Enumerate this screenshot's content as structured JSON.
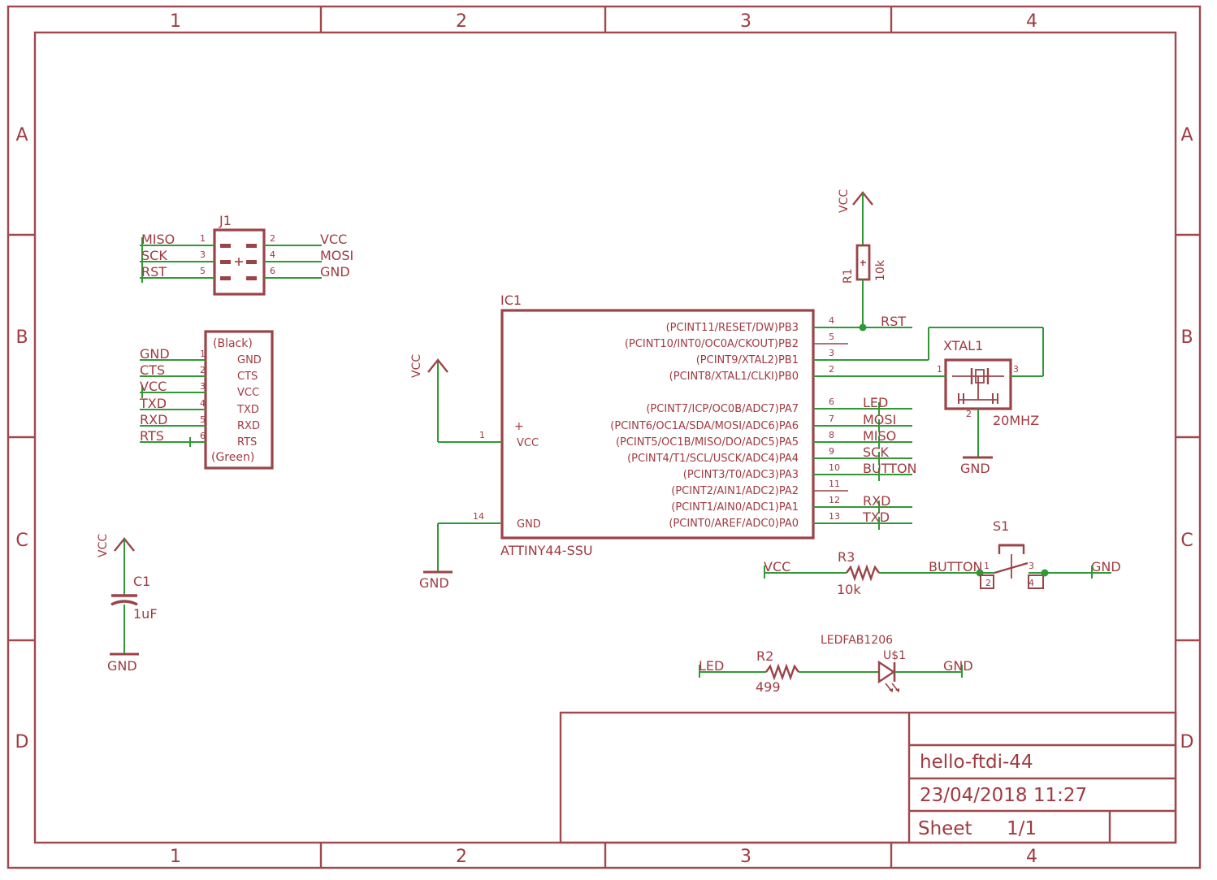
{
  "frame": {
    "columns": [
      "1",
      "2",
      "3",
      "4"
    ],
    "rows": [
      "A",
      "B",
      "C",
      "D"
    ]
  },
  "title_block": {
    "title": "hello-ftdi-44",
    "date": "23/04/2018 11:27",
    "sheet_label": "Sheet",
    "sheet_value": "1/1"
  },
  "j1": {
    "name": "J1",
    "pin_nums": [
      "1",
      "2",
      "3",
      "4",
      "5",
      "6"
    ],
    "nets": [
      "MISO",
      "VCC",
      "SCK",
      "MOSI",
      "RST",
      "GND"
    ]
  },
  "ftdi": {
    "top_label": "(Black)",
    "bottom_label": "(Green)",
    "pins": [
      "GND",
      "CTS",
      "VCC",
      "TXD",
      "RXD",
      "RTS"
    ],
    "pin_labels": [
      "GND",
      "CTS",
      "VCC",
      "TXD",
      "RXD",
      "RTS"
    ],
    "pin_nums": [
      "1",
      "2",
      "3",
      "4",
      "5",
      "6"
    ]
  },
  "ic1": {
    "name": "IC1",
    "value": "ATTINY44-SSU",
    "right_pins": [
      {
        "label": "(PCINT11/RESET/DW)PB3",
        "num": "4",
        "net": "RST"
      },
      {
        "label": "(PCINT10/INT0/OC0A/CKOUT)PB2",
        "num": "5",
        "net": ""
      },
      {
        "label": "(PCINT9/XTAL2)PB1",
        "num": "3",
        "net": ""
      },
      {
        "label": "(PCINT8/XTAL1/CLKI)PB0",
        "num": "2",
        "net": ""
      },
      {
        "label": "(PCINT7/ICP/OC0B/ADC7)PA7",
        "num": "6",
        "net": "LED"
      },
      {
        "label": "(PCINT6/OC1A/SDA/MOSI/ADC6)PA6",
        "num": "7",
        "net": "MOSI"
      },
      {
        "label": "(PCINT5/OC1B/MISO/DO/ADC5)PA5",
        "num": "8",
        "net": "MISO"
      },
      {
        "label": "(PCINT4/T1/SCL/USCK/ADC4)PA4",
        "num": "9",
        "net": "SCK"
      },
      {
        "label": "(PCINT3/T0/ADC3)PA3",
        "num": "10",
        "net": "BUTTON"
      },
      {
        "label": "(PCINT2/AIN1/ADC2)PA2",
        "num": "11",
        "net": ""
      },
      {
        "label": "(PCINT1/AIN0/ADC1)PA1",
        "num": "12",
        "net": "RXD"
      },
      {
        "label": "(PCINT0/AREF/ADC0)PA0",
        "num": "13",
        "net": "TXD"
      }
    ],
    "left_pins": [
      {
        "label": "VCC",
        "num": "1"
      },
      {
        "label": "GND",
        "num": "14"
      }
    ]
  },
  "power": {
    "vcc": "VCC",
    "gnd": "GND"
  },
  "r1": {
    "name": "R1",
    "value": "10k",
    "net": "RST"
  },
  "xtal1": {
    "name": "XTAL1",
    "value": "20MHZ",
    "pin1": "1",
    "pin2": "2",
    "pin3": "3"
  },
  "c1": {
    "name": "C1",
    "value": "1uF"
  },
  "r3": {
    "name": "R3",
    "value": "10k"
  },
  "s1": {
    "name": "S1",
    "net": "BUTTON",
    "pins": [
      "1",
      "2",
      "3",
      "4"
    ]
  },
  "r2": {
    "name": "R2",
    "value": "499"
  },
  "led": {
    "name": "U$1",
    "value": "LEDFAB1206",
    "net": "LED"
  }
}
